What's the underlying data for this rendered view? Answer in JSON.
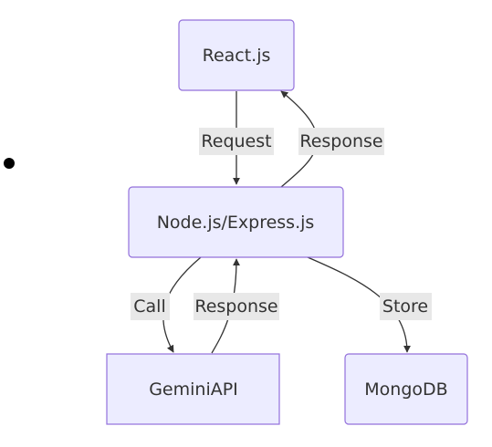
{
  "nodes": {
    "react": "React.js",
    "node": "Node.js/Express.js",
    "gemini": "GeminiAPI",
    "mongo": "MongoDB"
  },
  "edges": {
    "react_to_node": "Request",
    "node_to_react": "Response",
    "node_to_gemini": "Call",
    "gemini_to_node": "Response",
    "node_to_mongo": "Store"
  },
  "colors": {
    "node_fill": "#ECECFF",
    "node_stroke": "#9370DB",
    "edge": "#333333",
    "label_background": "#E8E8E8"
  }
}
